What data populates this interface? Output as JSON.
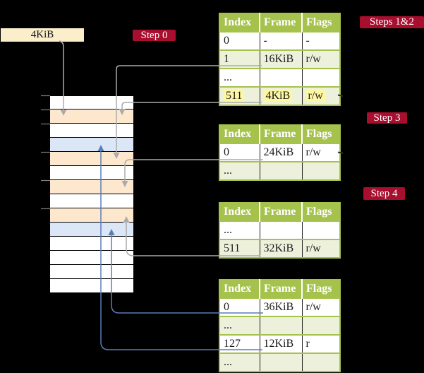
{
  "frame_size_label": "4KiB",
  "badges": {
    "step0": "Step 0",
    "steps12": "Steps 1&2",
    "step3": "Step 3",
    "step4": "Step 4"
  },
  "tables": [
    {
      "name": "steps-1-2",
      "headers": [
        "Index",
        "Frame",
        "Flags"
      ],
      "rows": [
        [
          "0",
          "-",
          "-"
        ],
        [
          "1",
          "16KiB",
          "r/w"
        ],
        [
          "...",
          "",
          ""
        ],
        [
          "511",
          "4KiB",
          "r/w"
        ]
      ],
      "highlight_row": 3
    },
    {
      "name": "step-3",
      "headers": [
        "Index",
        "Frame",
        "Flags"
      ],
      "rows": [
        [
          "0",
          "24KiB",
          "r/w"
        ],
        [
          "...",
          "",
          ""
        ]
      ],
      "highlight_row": -1
    },
    {
      "name": "step-4",
      "headers": [
        "Index",
        "Frame",
        "Flags"
      ],
      "rows": [
        [
          "...",
          "",
          ""
        ],
        [
          "511",
          "32KiB",
          "r/w"
        ]
      ],
      "highlight_row": -1
    },
    {
      "name": "final-level",
      "headers": [
        "Index",
        "Frame",
        "Flags"
      ],
      "rows": [
        [
          "0",
          "36KiB",
          "r/w"
        ],
        [
          "...",
          "",
          ""
        ],
        [
          "127",
          "12KiB",
          "r"
        ],
        [
          "...",
          "",
          ""
        ]
      ],
      "highlight_row": -1
    }
  ],
  "memory_frames": [
    "free",
    "page-table",
    "free",
    "data",
    "page-table",
    "free",
    "page-table",
    "free",
    "page-table",
    "data",
    "free",
    "free",
    "free",
    "free"
  ],
  "colors": {
    "background": "#000000",
    "table_header_green": "#a5c24c",
    "table_row_green": "#edf1db",
    "table_border_green": "#a5c24c",
    "highlight_yellow": "#fdf7a3",
    "frame_label_cream": "#faeecb",
    "badge_red": "#a80e2e",
    "page_table_peach": "#fde8cd",
    "data_page_blue": "#dbe6f7",
    "gray_arrow": "#ababab",
    "blue_arrow": "#5b7db8",
    "tick_gray": "#7e7e7e",
    "faint_dash": "#2e2e2e"
  }
}
